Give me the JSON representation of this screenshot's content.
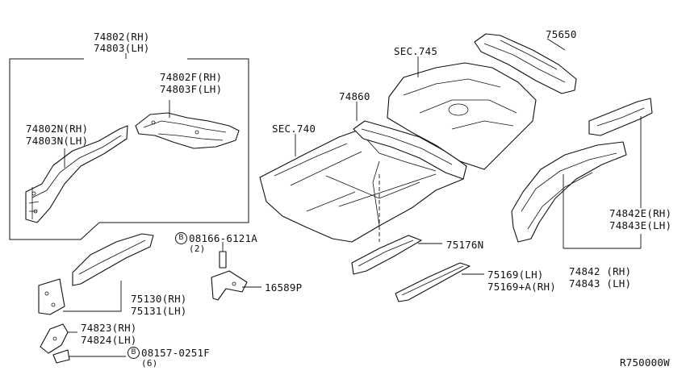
{
  "labels": {
    "l74802": "74802(RH)",
    "l74803": "74803(LH)",
    "l74802f": "74802F(RH)",
    "l74803f": "74803F(LH)",
    "l74802n": "74802N(RH)",
    "l74803n": "74803N(LH)",
    "sec745": "SEC.745",
    "l75650": "75650",
    "l74860": "74860",
    "sec740": "SEC.740",
    "l74842e": "74842E(RH)",
    "l74843e": "74843E(LH)",
    "l74842": "74842 (RH)",
    "l74843": "74843 (LH)",
    "l75176n": "75176N",
    "l75169": "75169(LH)",
    "l75169a": "75169+A(RH)",
    "bolt1_mark": "B",
    "bolt1": "08166-6121A",
    "bolt1_qty": "(2)",
    "l16589p": "16589P",
    "l75130": "75130(RH)",
    "l75131": "75131(LH)",
    "l74823": "74823(RH)",
    "l74824": "74824(LH)",
    "bolt2_mark": "B",
    "bolt2": "08157-0251F",
    "bolt2_qty": "(6)",
    "diagram_code": "R750000W"
  }
}
